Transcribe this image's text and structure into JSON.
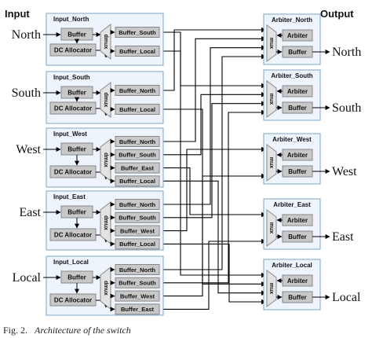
{
  "headers": {
    "input": "Input",
    "output": "Output"
  },
  "inputs": [
    {
      "port": "North",
      "title": "Input_North",
      "buffer": "Buffer",
      "allocator": "DC Allocator",
      "demux": "dmux",
      "outputs": [
        "Buffer_South",
        "Buffer_Local"
      ]
    },
    {
      "port": "South",
      "title": "Input_South",
      "buffer": "Buffer",
      "allocator": "DC Allocator",
      "demux": "dmux",
      "outputs": [
        "Buffer_North",
        "Buffer_Local"
      ]
    },
    {
      "port": "West",
      "title": "Input_West",
      "buffer": "Buffer",
      "allocator": "DC Allocator",
      "demux": "dmux",
      "outputs": [
        "Buffer_North",
        "Buffer_South",
        "Buffer_East",
        "Buffer_Local"
      ]
    },
    {
      "port": "East",
      "title": "Input_East",
      "buffer": "Buffer",
      "allocator": "DC Allocator",
      "demux": "dmux",
      "outputs": [
        "Buffer_North",
        "Buffer_South",
        "Buffer_West",
        "Buffer_Local"
      ]
    },
    {
      "port": "Local",
      "title": "Input_Local",
      "buffer": "Buffer",
      "allocator": "DC Allocator",
      "demux": "dmux",
      "outputs": [
        "Buffer_North",
        "Buffer_South",
        "Buffer_West",
        "Buffer_East"
      ]
    }
  ],
  "arbiters": [
    {
      "port": "North",
      "title": "Arbiter_North",
      "arbiter": "Arbiter",
      "buffer": "Buffer",
      "mux": "mux"
    },
    {
      "port": "South",
      "title": "Arbiter_South",
      "arbiter": "Arbiter",
      "buffer": "Buffer",
      "mux": "mux"
    },
    {
      "port": "West",
      "title": "Arbiter_West",
      "arbiter": "Arbiter",
      "buffer": "Buffer",
      "mux": "mux"
    },
    {
      "port": "East",
      "title": "Arbiter_East",
      "arbiter": "Arbiter",
      "buffer": "Buffer",
      "mux": "mux"
    },
    {
      "port": "Local",
      "title": "Arbiter_Local",
      "arbiter": "Arbiter",
      "buffer": "Buffer",
      "mux": "mux"
    }
  ],
  "caption": {
    "prefix": "Fig. 2.",
    "text": "Architecture of the switch"
  },
  "colors": {
    "module_fill": "#eef4fb",
    "module_stroke": "#7fa6c8",
    "block_fill": "#c8c8c8",
    "line": "#000000"
  }
}
